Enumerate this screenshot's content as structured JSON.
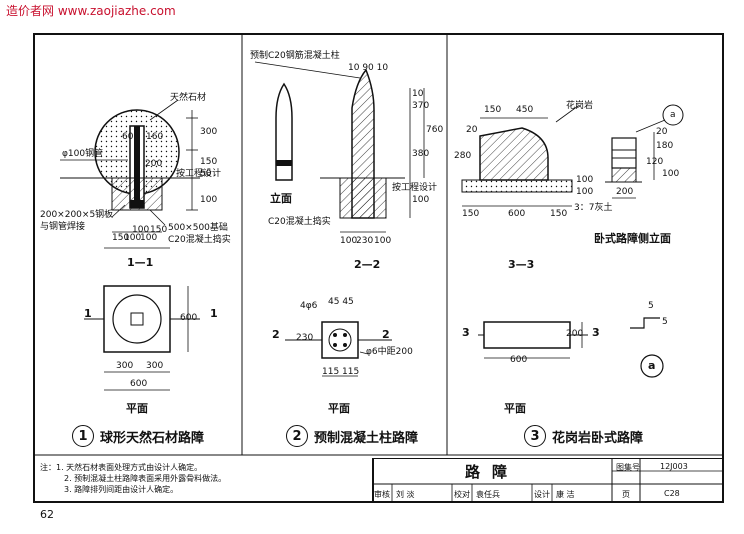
{
  "watermark": "造价者网 www.zaojiazhe.com",
  "sheet_number": "62",
  "section1": {
    "label_stone": "天然石材",
    "label_pipe": "φ100钢管",
    "label_plate": "200×200×5钢板",
    "label_weld": "与钢管焊接",
    "label_found": "500×500基础",
    "label_concrete": "C20混凝土捣实",
    "label_design": "按工程设计",
    "dims_top": [
      "60",
      "160"
    ],
    "dim_300": "300",
    "dim_150": "150",
    "dim_50": "50",
    "dim_200": "200",
    "dim_100": "100",
    "dims_bottom": [
      "150",
      "100",
      "150"
    ],
    "dims_bottom2": [
      "100",
      "100"
    ],
    "section_cut": "1—1",
    "plan_dim_600v": "600",
    "plan_dims_h": [
      "300",
      "300"
    ],
    "plan_dim_600h": "600",
    "plan_mark": "1",
    "plan_label": "平面",
    "title_num": "1",
    "title": "球形天然石材路障"
  },
  "section2": {
    "label_precast": "预制C20钢筋混凝土柱",
    "dims_top": "10 90 10",
    "label_elevation": "立面",
    "dim_370": "370",
    "dim_10": "10",
    "dim_380": "380",
    "dim_760": "760",
    "dim_100": "100",
    "label_design": "按工程设计",
    "label_concrete": "C20混凝土捣实",
    "dims_bottom": [
      "100",
      "230",
      "100"
    ],
    "section_cut": "2—2",
    "label_rebar": "4φ6",
    "dims_rebar": "45 45",
    "dim_230": "230",
    "label_stirrup": "φ6中距200",
    "plan_dims_h": [
      "115",
      "115"
    ],
    "plan_mark": "2",
    "plan_label": "平面",
    "title_num": "2",
    "title": "预制混凝土柱路障"
  },
  "section3": {
    "dim_150": "150",
    "dim_450": "450",
    "label_granite": "花岗岩",
    "dim_20": "20",
    "dim_280": "280",
    "dim_100a": "100",
    "dim_100b": "100",
    "dims_bottom": [
      "150",
      "600",
      "150"
    ],
    "label_lime": "3：7灰土",
    "section_cut": "3—3",
    "side_dims": [
      "20",
      "180",
      "120"
    ],
    "side_dim_100": "100",
    "side_dim_200": "200",
    "side_marker": "a",
    "side_caption": "卧式路障侧立面",
    "plan_dim_200": "200",
    "plan_dim_600": "600",
    "plan_mark": "3",
    "plan_label": "平面",
    "detail_dim_a": "5",
    "detail_dim_b": "5",
    "detail_marker": "a",
    "title_num": "3",
    "title": "花岗岩卧式路障"
  },
  "notes": [
    "注：1. 天然石材表面处理方式由设计人确定。",
    "2. 预制混凝土柱路障表面采用外露骨料做法。",
    "3. 路障排列间距由设计人确定。"
  ],
  "title_block": {
    "title": "路障",
    "atlas_label": "图集号",
    "atlas_value": "12J003",
    "review_label": "审核",
    "review_name": "刘 淡",
    "check_label": "校对",
    "check_name": "袁任兵",
    "design_label": "设计",
    "design_name": "康 洁",
    "page_label": "页",
    "page_value": "C28"
  }
}
